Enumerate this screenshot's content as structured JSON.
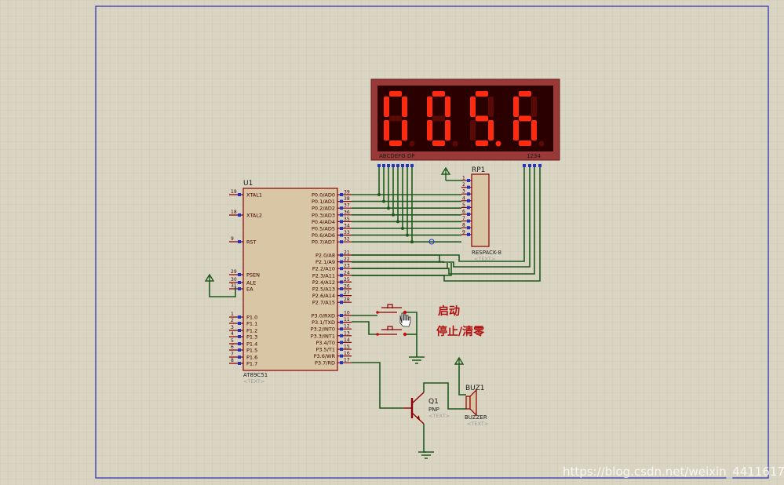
{
  "display": {
    "digits": [
      "0",
      "0",
      "5",
      "6"
    ],
    "dp_on_digit": 2,
    "segment_label": "ABCDEFG  DP",
    "digit_label": "1234",
    "on_color": "#ff2a10",
    "off_color": "#5a0a06",
    "bg_color": "#2a0000"
  },
  "mcu": {
    "ref": "U1",
    "part": "AT89C51",
    "text": "<TEXT>",
    "left_pins": [
      {
        "num": "19",
        "name": "XTAL1"
      },
      {
        "num": "18",
        "name": "XTAL2"
      },
      {
        "num": "9",
        "name": "RST"
      },
      {
        "num": "29",
        "name": "PSEN"
      },
      {
        "num": "30",
        "name": "ALE"
      },
      {
        "num": "31",
        "name": "EA"
      },
      {
        "num": "1",
        "name": "P1.0"
      },
      {
        "num": "2",
        "name": "P1.1"
      },
      {
        "num": "3",
        "name": "P1.2"
      },
      {
        "num": "4",
        "name": "P1.3"
      },
      {
        "num": "5",
        "name": "P1.4"
      },
      {
        "num": "6",
        "name": "P1.5"
      },
      {
        "num": "7",
        "name": "P1.6"
      },
      {
        "num": "8",
        "name": "P1.7"
      }
    ],
    "right_pins": [
      {
        "num": "39",
        "name": "P0.0/AD0"
      },
      {
        "num": "38",
        "name": "P0.1/AD1"
      },
      {
        "num": "37",
        "name": "P0.2/AD2"
      },
      {
        "num": "36",
        "name": "P0.3/AD3"
      },
      {
        "num": "35",
        "name": "P0.4/AD4"
      },
      {
        "num": "34",
        "name": "P0.5/AD5"
      },
      {
        "num": "33",
        "name": "P0.6/AD6"
      },
      {
        "num": "32",
        "name": "P0.7/AD7"
      },
      {
        "num": "21",
        "name": "P2.0/A8"
      },
      {
        "num": "22",
        "name": "P2.1/A9"
      },
      {
        "num": "23",
        "name": "P2.2/A10"
      },
      {
        "num": "24",
        "name": "P2.3/A11"
      },
      {
        "num": "25",
        "name": "P2.4/A12"
      },
      {
        "num": "26",
        "name": "P2.5/A13"
      },
      {
        "num": "27",
        "name": "P2.6/A14"
      },
      {
        "num": "28",
        "name": "P2.7/A15"
      },
      {
        "num": "10",
        "name": "P3.0/RXD"
      },
      {
        "num": "11",
        "name": "P3.1/TXD"
      },
      {
        "num": "12",
        "name": "P3.2/INT0"
      },
      {
        "num": "13",
        "name": "P3.3/INT1"
      },
      {
        "num": "14",
        "name": "P3.4/T0"
      },
      {
        "num": "15",
        "name": "P3.5/T1"
      },
      {
        "num": "16",
        "name": "P3.6/WR"
      },
      {
        "num": "17",
        "name": "P3.7/RD"
      }
    ]
  },
  "rpack": {
    "ref": "RP1",
    "part": "RESPACK-8",
    "text": "<TEXT>",
    "pins": [
      "1",
      "2",
      "3",
      "4",
      "5",
      "6",
      "7",
      "8",
      "9"
    ]
  },
  "transistor": {
    "ref": "Q1",
    "part": "PNP",
    "text": "<TEXT>"
  },
  "buzzer": {
    "ref": "BUZ1",
    "part": "BUZZER",
    "text": "<TEXT>"
  },
  "labels": {
    "start": "启动",
    "stop_clear": "停止/清零"
  },
  "watermark": "https://blog.csdn.net/weixin_44116176",
  "colors": {
    "background": "#d9d5c2",
    "grid": "#c4c0ae",
    "border": "#2b2bb0",
    "wire": "#1d5a1d",
    "component_fill": "#d8c6a4",
    "component_stroke": "#8a0000"
  }
}
